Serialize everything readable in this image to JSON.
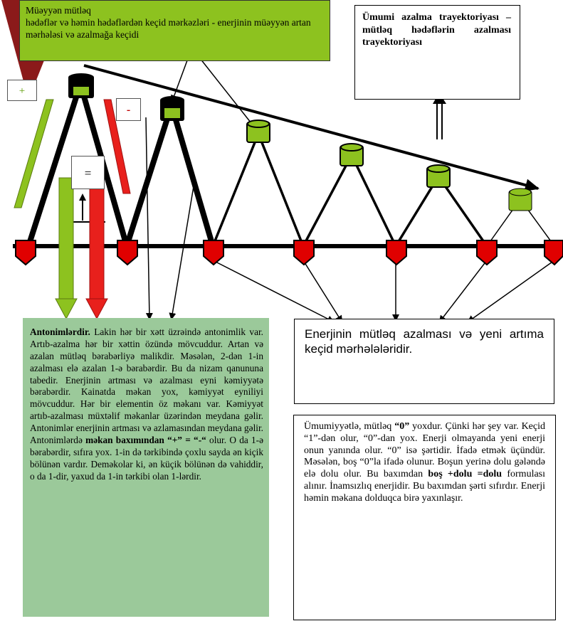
{
  "top_box": {
    "line1": "Müəyyən mütləq",
    "line2": "hədəflər və həmin hədəflərdən  keçid mərkəzləri  - enerjinin müəyyən artan mərhələsi və azalmağa keçidi"
  },
  "trajectory_box": {
    "text": "Ümumi azalma trayektoriyası –mütləq hədəflərin azalması trayektoriyası"
  },
  "symbols": {
    "plus": "+",
    "minus": "-",
    "equal": "="
  },
  "antonym_box": {
    "bold_lead": "Antonimlərdir.",
    "text1": " Lakin hər bir xətt üzrəində antonimlik var. Artıb-azalma hər bir xəttin özündə mövcuddur. Artan və azalan mütləq bərabərliyə malikdir. Məsələn, 2-dən 1-in azalması elə azalan 1-ə bərabərdir. Bu da nizam qanununa tabedir. Enerjinin artması və azalması eyni kəmiyyətə bərabərdir. Kainatda məkan yox, kəmiyyət eyniliyi mövcuddur. Hər bir elementin öz məkanı var. Kəmiyyət artıb-azalması müxtəlif məkanlar üzərindən meydana gəlir. Antonimlər enerjinin artması və azlamasından meydana gəlir. Antonimlərdə ",
    "bold_mid": "məkan baxımından “+” = “-“",
    "text2": " olur. O da 1-ə bərabərdir, sıfıra yox. 1-in də tərkibində çoxlu sayda ən kiçik bölünən vardır. Deməkolar ki, ən küçik bölünən də vahiddir, o da 1-dir, yaxud da 1-in tərkibi olan 1-lərdir."
  },
  "energy_box": {
    "text": "Enerjinin mütləq azalması və yeni artıma keçid mərhələləridir."
  },
  "general_box": {
    "t1": "Ümumiyyətlə, mütləq ",
    "b1": "“0”",
    "t2": " yoxdur. Çünki hər şey var. Keçid “1”-dən olur, “0”-dan yox. Enerji olmayanda yeni enerji onun yanında olur. “0” isə şərtidir. İfadə etmək üçündür. Məsələn, boş “0”la ifadə olunur. Boşun yerinə dolu gələndə elə dolu olur. Bu baxımdan ",
    "b2": "boş +dolu =dolu",
    "t3": " formulası alınır. İnamsızlıq enerjidir. Bu baxımdan şərti sıfırdır. Enerji həmin məkana dolduqca birə yaxınlaşır."
  },
  "colors": {
    "top_box": "#8dc21f",
    "antonym_box": "#9bc99a",
    "green_arrow": "#8dc21f",
    "red_arrow": "#e8201c",
    "apex_fill": "#8dc21f",
    "base_fill": "#e00000",
    "dark_red_triangle": "#8b1a1a"
  }
}
